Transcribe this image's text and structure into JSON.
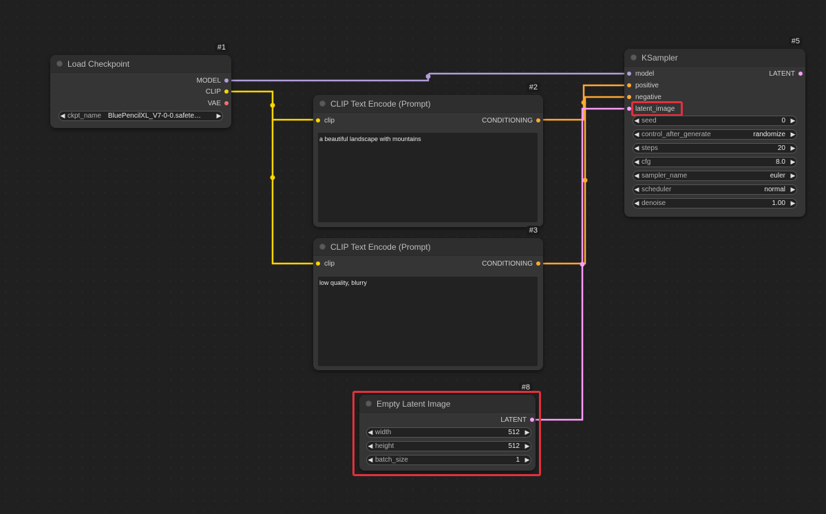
{
  "colors": {
    "model": "#b39ddb",
    "clip": "#ffd500",
    "vae": "#ff6e6e",
    "conditioning": "#ffa931",
    "latent": "#ff9cf9",
    "highlight": "#e0313c"
  },
  "nodes": {
    "load_checkpoint": {
      "id": "#1",
      "title": "Load Checkpoint",
      "outputs": {
        "model": "MODEL",
        "clip": "CLIP",
        "vae": "VAE"
      },
      "ckpt_name": {
        "label": "ckpt_name",
        "value": "BluePencilXL_V7-0-0.safete…"
      }
    },
    "clip_pos": {
      "id": "#2",
      "title": "CLIP Text Encode (Prompt)",
      "input": "clip",
      "output": "CONDITIONING",
      "text": "a beautiful landscape with mountains"
    },
    "clip_neg": {
      "id": "#3",
      "title": "CLIP Text Encode (Prompt)",
      "input": "clip",
      "output": "CONDITIONING",
      "text": "low quality, blurry"
    },
    "ksampler": {
      "id": "#5",
      "title": "KSampler",
      "inputs": {
        "model": "model",
        "positive": "positive",
        "negative": "negative",
        "latent_image": "latent_image"
      },
      "output": "LATENT",
      "widgets": [
        {
          "label": "seed",
          "value": "0"
        },
        {
          "label": "control_after_generate",
          "value": "randomize"
        },
        {
          "label": "steps",
          "value": "20"
        },
        {
          "label": "cfg",
          "value": "8.0"
        },
        {
          "label": "sampler_name",
          "value": "euler"
        },
        {
          "label": "scheduler",
          "value": "normal"
        },
        {
          "label": "denoise",
          "value": "1.00"
        }
      ]
    },
    "empty_latent": {
      "id": "#8",
      "title": "Empty Latent Image",
      "output": "LATENT",
      "widgets": [
        {
          "label": "width",
          "value": "512"
        },
        {
          "label": "height",
          "value": "512"
        },
        {
          "label": "batch_size",
          "value": "1"
        }
      ]
    }
  },
  "icons": {
    "collapse": "circle-icon",
    "decrement": "◀",
    "increment": "▶"
  }
}
